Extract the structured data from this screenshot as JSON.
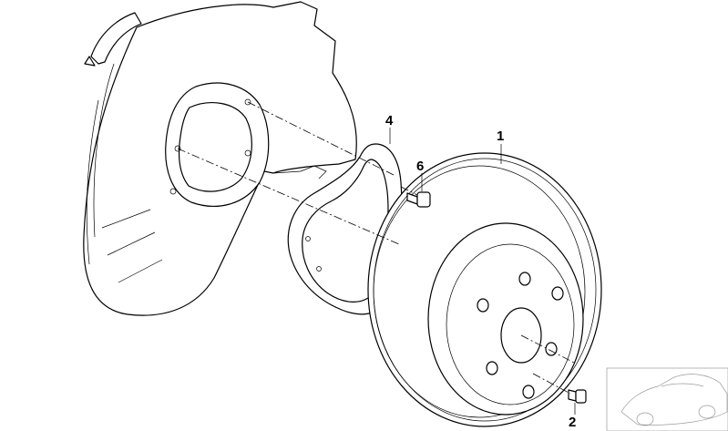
{
  "callouts": {
    "p1": "1",
    "p2": "2",
    "p4": "4",
    "p6": "6"
  },
  "colors": {
    "line": "#000000",
    "background": "#ffffff",
    "thumbnail_line": "#9a9a9a"
  }
}
